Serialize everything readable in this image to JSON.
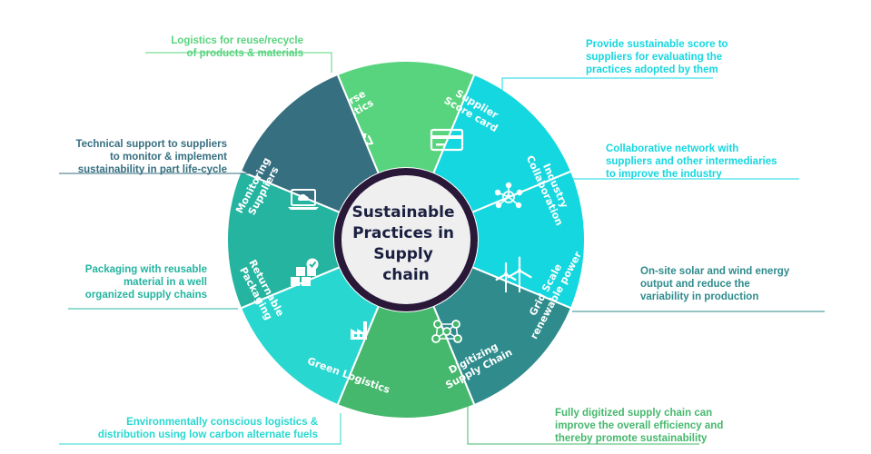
{
  "center_title": [
    "Sustainable",
    "Practices in",
    "Supply",
    "chain"
  ],
  "colors": {
    "lime": "#58d47e",
    "cyan": "#15d7e0",
    "teal": "#2f8b8c",
    "slate": "#366f80",
    "teal_green": "#24b4a0",
    "aqua": "#28d8d0",
    "green": "#45b86d",
    "hub_ring": "#2a1839",
    "hub_fill": "#efeff0"
  },
  "segments": [
    {
      "id": "reverse",
      "label": [
        "Reverse",
        "Logistics"
      ],
      "icon": "recycle-icon",
      "caption": [
        "Logistics for reuse/recycle",
        "of products & materials"
      ]
    },
    {
      "id": "scorecard",
      "label": [
        "Supplier",
        "Score card"
      ],
      "icon": "credit-card-icon",
      "caption": [
        "Provide sustainable score to",
        "suppliers for evaluating the",
        "practices adopted by them"
      ]
    },
    {
      "id": "industry",
      "label": [
        "Industry",
        "Collaboration"
      ],
      "icon": "network-icon",
      "caption": [
        "Collaborative network with",
        "suppliers and other intermediaries",
        "to improve the industry"
      ]
    },
    {
      "id": "grid",
      "label": [
        "Grid Scale",
        "renewable power"
      ],
      "icon": "wind-turbine-icon",
      "caption": [
        "On-site solar and wind energy",
        "output and reduce the",
        "variability in production"
      ]
    },
    {
      "id": "digitizing",
      "label": [
        "Digitizing",
        "Supply Chain"
      ],
      "icon": "digital-network-icon",
      "caption": [
        "Fully digitized supply chain can",
        "improve the overall efficiency and",
        "thereby promote sustainability"
      ]
    },
    {
      "id": "green",
      "label": [
        "Green Logistics"
      ],
      "icon": "factory-icon",
      "caption": [
        "Environmentally conscious logistics &",
        "distribution using low carbon alternate fuels"
      ]
    },
    {
      "id": "packaging",
      "label": [
        "Returnable",
        "Packaging"
      ],
      "icon": "boxes-icon",
      "caption": [
        "Packaging with reusable",
        "material in a well",
        "organized supply chains"
      ]
    },
    {
      "id": "monitoring",
      "label": [
        "Monitoring",
        "Suppliers"
      ],
      "icon": "laptop-cloud-icon",
      "caption": [
        "Technical support to suppliers",
        "to monitor & implement",
        "sustainability in part life-cycle"
      ]
    }
  ]
}
